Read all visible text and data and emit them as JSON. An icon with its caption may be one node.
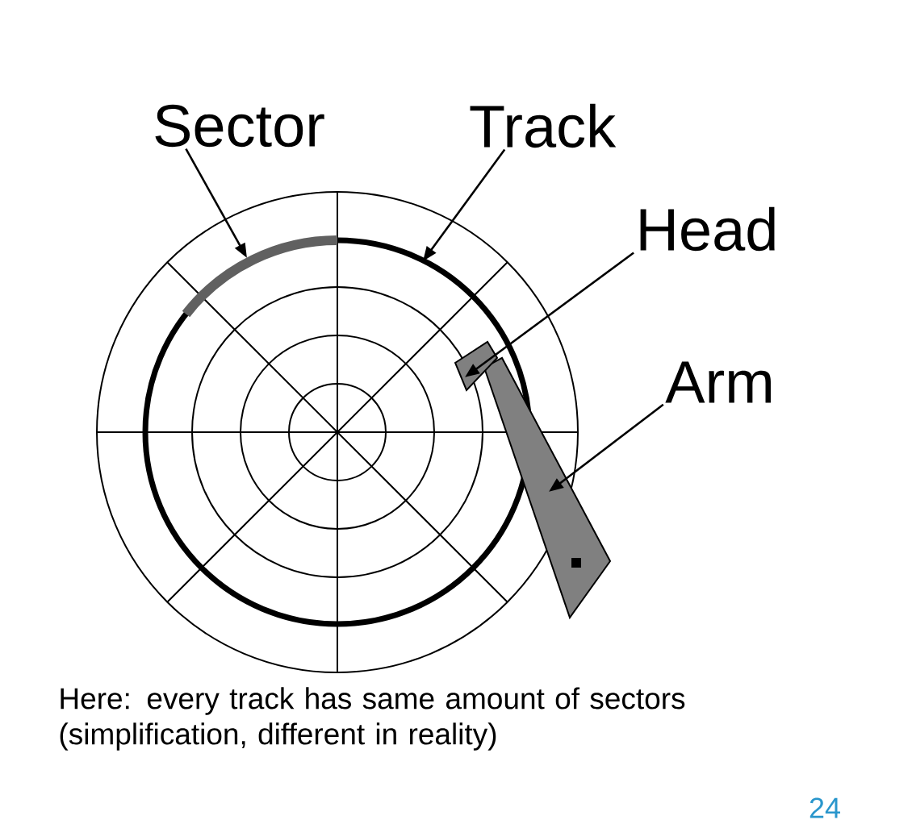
{
  "diagram": {
    "caption": "Here: every track has same amount of sectors (simplification, different in reality)",
    "nodes": [
      {
        "text": [
          "Sector"
        ]
      },
      {
        "text": [
          "Track"
        ]
      },
      {
        "text": [
          "Head"
        ]
      },
      {
        "text": [
          "Arm"
        ]
      }
    ],
    "edges": [
      {
        "from": 0,
        "to": null,
        "arrow": "to"
      },
      {
        "from": 1,
        "to": null,
        "arrow": "to"
      },
      {
        "from": 2,
        "to": null,
        "arrow": "to"
      },
      {
        "from": 3,
        "to": null,
        "arrow": "to"
      }
    ],
    "labels": [
      "24"
    ]
  }
}
